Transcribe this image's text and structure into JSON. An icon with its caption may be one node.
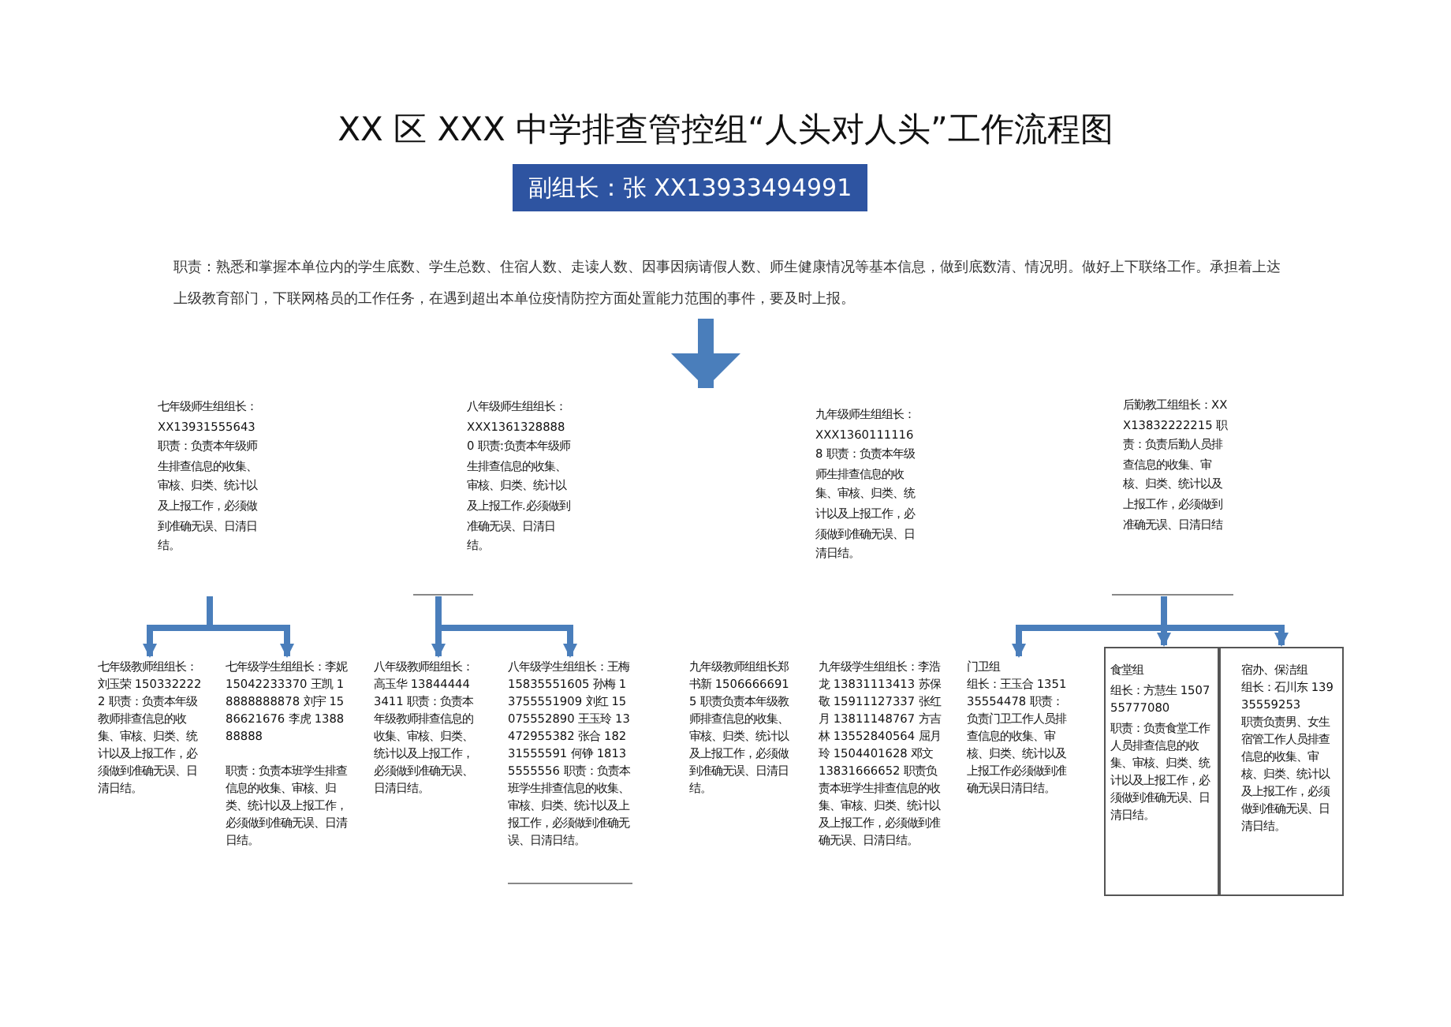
{
  "diagram": {
    "title": "XX 区 XXX 中学排查管控组“人头对人头”工作流程图",
    "nodes": [
      {
        "text": [
          "副组长：张 XX13933494991"
        ]
      },
      {
        "text": [
          "职责：熟悉和掌握本单位内的学生底数、学生总数、住宿人数、走读人数、因事因病请假人数、师生健康情况等基本信息，做到底数清、情况明。做好上下联络工作。承担着上达上级教育部门，下联网格员的工作任务，在遇到超出本单位疫情防控方面处置能力范围的事件，要及时上报。"
        ]
      },
      {
        "text": [
          "七年级师生组组长：XX13931555643 职责：负责本年级师生排查信息的收集、审核、归类、统计以及上报工作，必须做到准确无误、日清日结。"
        ]
      },
      {
        "text": [
          "八年级师生组组长：XXX13613288880 职责:负责本年级师生排查信息的收集、审核、归类、统计以及上报工作.必须做到准确无误、日清日结。"
        ]
      },
      {
        "text": [
          "九年级师生组组长：XXX13601111168 职责：负责本年级师生排查信息的收集、审核、归类、统计以及上报工作，必须做到准确无误、日清日结。"
        ]
      },
      {
        "text": [
          "后勤教工组组长：XXX13832222215 职责：负责后勤人员排查信息的收集、审核、归类、统计以及上报工作，必须做到准确无误、日清日结"
        ]
      },
      {
        "text": [
          "七年级教师组组长：刘玉荣 1503322222 职责：负责本年级教师排查信息的收集、审核、归类、统计以及上报工作，必须做到准确无误、日清日结。"
        ]
      },
      {
        "text": [
          "七年级学生组组长：李妮 15042233370 王凯 18888888878 刘宇 1586621676 李虎 138888888",
          "职责：负责本班学生排查信息的收集、审核、归类、统计以及上报工作，必须做到准确无误、日清日结。"
        ]
      },
      {
        "text": [
          "八年级教师组组长：高玉华 138444443411 职责：负责本年级教师排查信息的收集、审核、归类、统计以及上报工作，必须做到准确无误、日清日结。"
        ]
      },
      {
        "text": [
          "八年级学生组组长：王梅 15835551605 孙梅 13755551909 刘红 15075552890 王玉玲 13472955382 张合 18231555591 何铮 18135555556 职责：负责本班学生排查信息的收集、审核、归类、统计以及上报工作，必须做到准确无误、日清日结。"
        ]
      },
      {
        "text": [
          "九年级教师组组长郑书新 15066666915 职责负责本年级教师排查信息的收集、审核、归类、统计以及上报工作，必须做到准确无误、日清日结。"
        ]
      },
      {
        "text": [
          "九年级学生组组长：李浩龙 13831113413 苏保敬 15911127337 张红月 13811148767 方吉林 13552840564 屈月玲 1504401628 邓文 13831666652 职责负责本班学生排查信息的收集、审核、归类、统计以及上报工作，必须做到准确无误、日清日结。"
        ]
      },
      {
        "text": [
          "门卫组",
          "组长：王玉合 135135554478 职责：负责门卫工作人员排查信息的收集、审核、归类、统计以及上报工作必须做到准确无误日清日结。"
        ]
      },
      {
        "text": [
          "食堂组",
          "组长：方慧生 150755777080",
          "职责：负责食堂工作人员排查信息的收集、审核、归类、统计以及上报工作，必须做到准确无误、日清日结。"
        ]
      },
      {
        "text": [
          "宿办、保洁组",
          "组长：石川东 13935559253",
          "职责负责男、女生宿管工作人员排查信息的收集、审核、归类、统计以及上报工作，必须做到准确无误、日清日结。"
        ]
      }
    ],
    "edges": [
      {
        "from": 1,
        "to": null,
        "arrow": "to",
        "style": "thick"
      },
      {
        "from": 2,
        "to": 6,
        "arrow": "to"
      },
      {
        "from": 2,
        "to": 7,
        "arrow": "to"
      },
      {
        "from": 3,
        "to": 8,
        "arrow": "to"
      },
      {
        "from": 3,
        "to": 9,
        "arrow": "to"
      },
      {
        "from": 5,
        "to": 12,
        "arrow": "to"
      },
      {
        "from": 5,
        "to": 13,
        "arrow": "to"
      },
      {
        "from": 5,
        "to": 14,
        "arrow": "to"
      }
    ]
  }
}
